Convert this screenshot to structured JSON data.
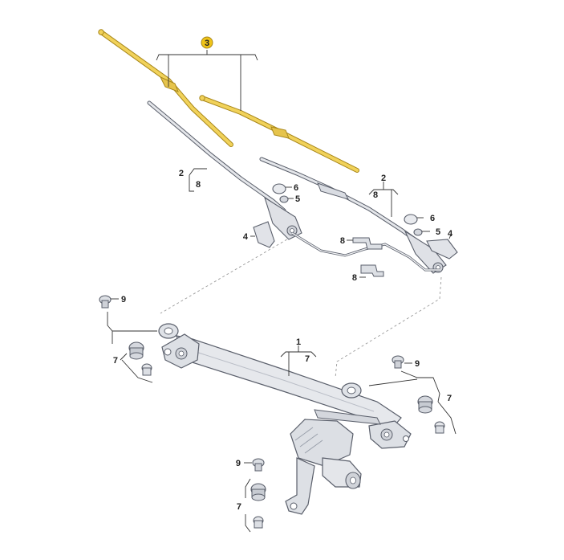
{
  "callouts": {
    "blades": "3",
    "left_arm": "2",
    "left_arm_sub": "8",
    "right_arm": "2",
    "right_arm_sub": "8",
    "cap_left": "6",
    "nut_left": "5",
    "cover_left": "4",
    "cap_right": "6",
    "nut_right": "5",
    "cover_right": "4",
    "hose_upper": "8",
    "hose_lower": "8",
    "linkage": "1",
    "linkage_sub": "7",
    "bolt_left": "9",
    "bushing_left": "7",
    "bolt_right": "9",
    "bushing_right": "7",
    "bolt_bottom": "9",
    "bushing_bottom": "7"
  },
  "colors": {
    "highlight_blade": "#f1d25a",
    "highlight_blade_edge": "#a8871a",
    "highlight_badge": "#f0c419",
    "metal_fill": "#e4e6ea",
    "metal_edge": "#5a5f6b",
    "leader_line": "#333333",
    "dashed_line": "#9a9a9a"
  }
}
